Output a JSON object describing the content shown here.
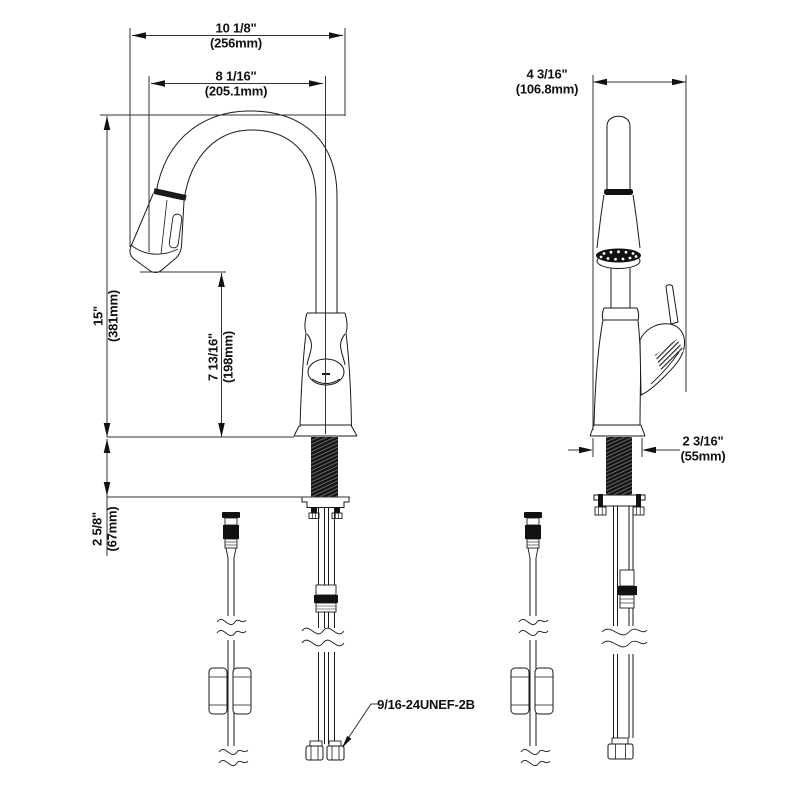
{
  "drawing": {
    "dimensions": {
      "overall_reach": {
        "inches": "10 1/8\"",
        "metric": "(256mm)"
      },
      "spout_reach": {
        "inches": "8 1/16\"",
        "metric": "(205.1mm)"
      },
      "side_depth": {
        "inches": "4 3/16\"",
        "metric": "(106.8mm)"
      },
      "overall_height": {
        "inches": "15\"",
        "metric": "(381mm)"
      },
      "spout_height": {
        "inches": "7 13/16\"",
        "metric": "(198mm)"
      },
      "deck_thickness": {
        "inches": "2 5/8\"",
        "metric": "(67mm)"
      },
      "base_width": {
        "inches": "2 3/16\"",
        "metric": "(55mm)"
      },
      "supply_thread": {
        "label": "9/16-24UNEF-2B"
      }
    },
    "colors": {
      "line": "#1a1a1a",
      "dimension_line": "#333333",
      "background": "#ffffff",
      "dark_fill": "#151515"
    }
  }
}
